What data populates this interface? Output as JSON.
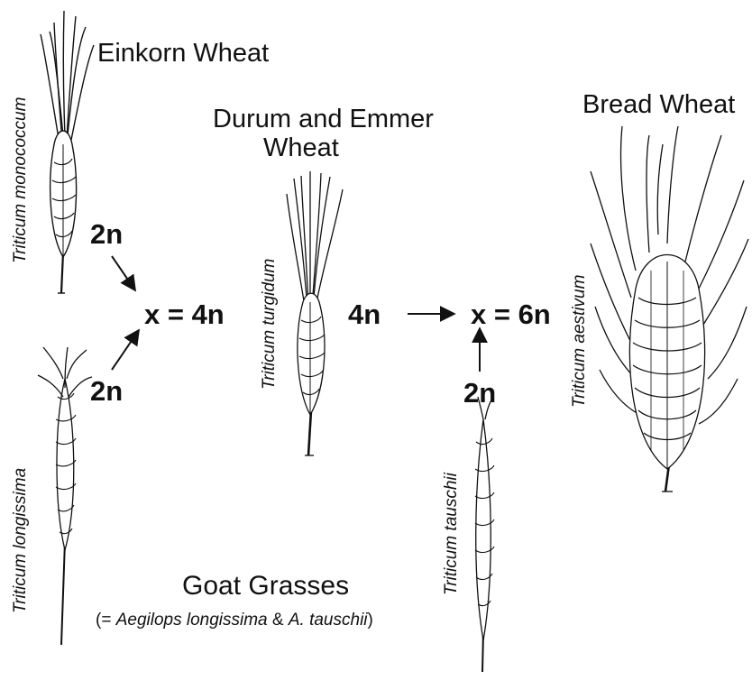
{
  "species": {
    "einkorn": {
      "common": "Einkorn Wheat",
      "scientific": "Triticum monococcum",
      "ploidy": "2n"
    },
    "longissima": {
      "scientific": "Triticum longissima",
      "ploidy": "2n"
    },
    "turgidum": {
      "common_line1": "Durum and Emmer",
      "common_line2": "Wheat",
      "scientific": "Triticum turgidum",
      "ploidy": "4n"
    },
    "tauschii": {
      "scientific": "Triticum tauschii",
      "ploidy": "2n"
    },
    "aestivum": {
      "common": "Bread Wheat",
      "scientific": "Triticum aestivum"
    }
  },
  "crosses": {
    "first": "x = 4n",
    "second": "x = 6n"
  },
  "group": {
    "title": "Goat Grasses",
    "subtitle_prefix": "(= ",
    "subtitle_genus": "Aegilops longissima",
    "subtitle_mid": " & ",
    "subtitle_species": "A. tauschii",
    "subtitle_suffix": ")"
  },
  "icons": [
    "wheat-ear-icon",
    "arrow-icon"
  ],
  "colors": {
    "ink": "#111111",
    "background": "#ffffff"
  }
}
